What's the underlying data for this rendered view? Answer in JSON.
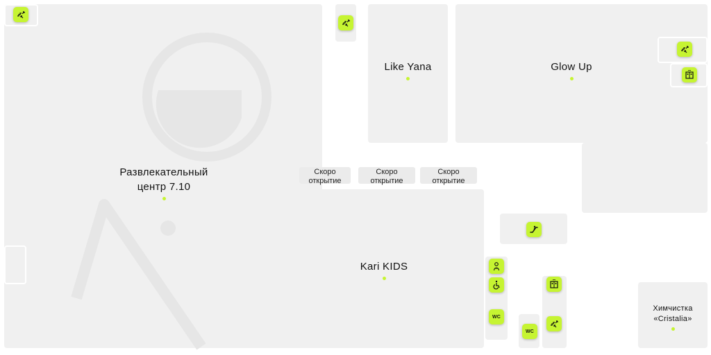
{
  "colors": {
    "room": "#f0f0f0",
    "accent": "#c6f432",
    "background": "#ffffff",
    "text": "#111111"
  },
  "stores": {
    "entertainment_line1": "Развлекательный",
    "entertainment_line2": "центр 7.10",
    "like_yana": "Like Yana",
    "glow_up": "Glow Up",
    "kari_kids": "Kari KIDS",
    "cleaning_line1": "Химчистка",
    "cleaning_line2": "«Cristalia»"
  },
  "coming_soon": [
    {
      "line1": "Скоро",
      "line2": "открытие"
    },
    {
      "line1": "Скоро",
      "line2": "открытие"
    },
    {
      "line1": "Скоро",
      "line2": "открытие"
    }
  ],
  "icons": {
    "stairs": "stairs-icon",
    "elevator": "elevator-icon",
    "escalator": "escalator-icon",
    "baby_room": "baby-room-icon",
    "wheelchair": "wheelchair-icon",
    "toilet": "wc-icon"
  },
  "labels": {
    "wc": "WC"
  }
}
